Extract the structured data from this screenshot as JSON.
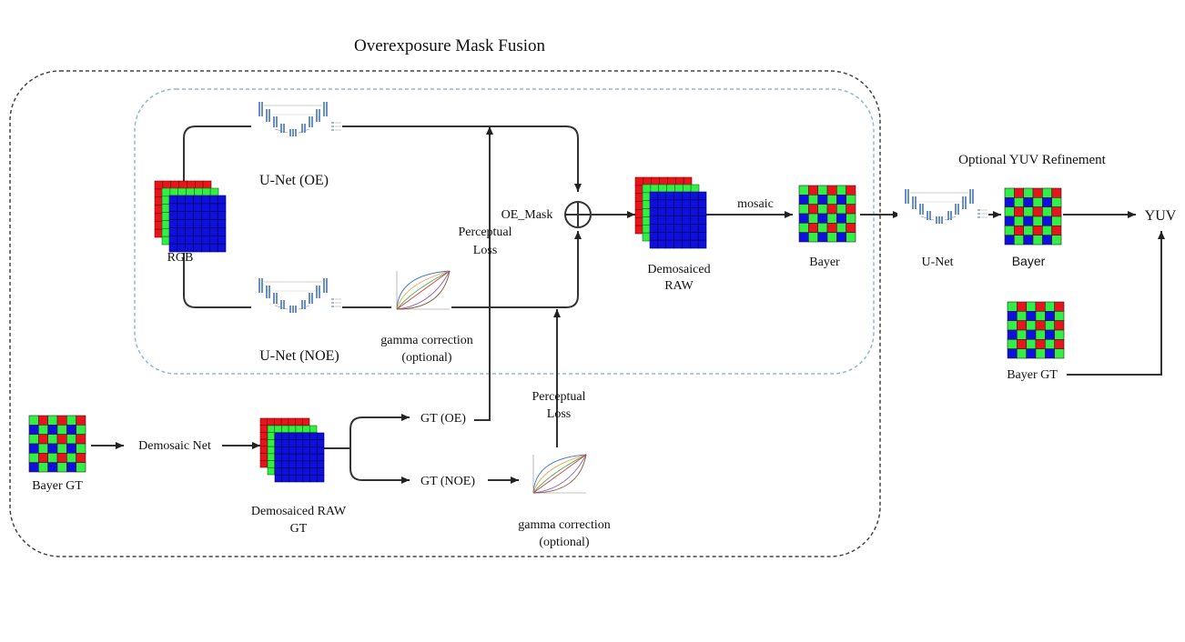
{
  "title": "Overexposure Mask Fusion",
  "optional_title": "Optional YUV Refinement",
  "labels": {
    "unet_oe": "U-Net (OE)",
    "unet_noe": "U-Net (NOE)",
    "rgb": "RGB",
    "gamma_top_1": "gamma correction",
    "gamma_top_2": "(optional)",
    "perceptual_top_1": "Perceptual",
    "perceptual_top_2": "Loss",
    "oe_mask": "OE_Mask",
    "demosaiced_raw_1": "Demosaiced",
    "demosaiced_raw_2": "RAW",
    "mosaic": "mosaic",
    "bayer": "Bayer",
    "unet": "U-Net",
    "bayer_refined": "Bayer",
    "yuv": "YUV",
    "bayer_gt_right": "Bayer GT",
    "bayer_gt_left": "Bayer GT",
    "demosaic_net": "Demosaic Net",
    "demosaiced_raw_gt_1": "Demosaiced RAW",
    "demosaiced_raw_gt_2": "GT",
    "gt_oe": "GT (OE)",
    "gt_noe": "GT (NOE)",
    "perceptual_bottom_1": "Perceptual",
    "perceptual_bottom_2": "Loss",
    "gamma_bottom_1": "gamma correction",
    "gamma_bottom_2": "(optional)"
  },
  "colors": {
    "bayer_red": "#e8141b",
    "bayer_green": "#33ee44",
    "bayer_blue": "#1010dd",
    "outer_dashed": "#444444",
    "inner_dashed": "#8fb6e0",
    "arrow": "#333333",
    "unet_blue": "#6a8fc8"
  },
  "icons": {
    "unet": "unet-architecture-thumbnail",
    "gamma": "gamma-curve-plot-thumbnail",
    "stack": "rgb-channel-stack-icon",
    "bayer": "bayer-pattern-icon",
    "sum": "circle-plus-icon"
  }
}
